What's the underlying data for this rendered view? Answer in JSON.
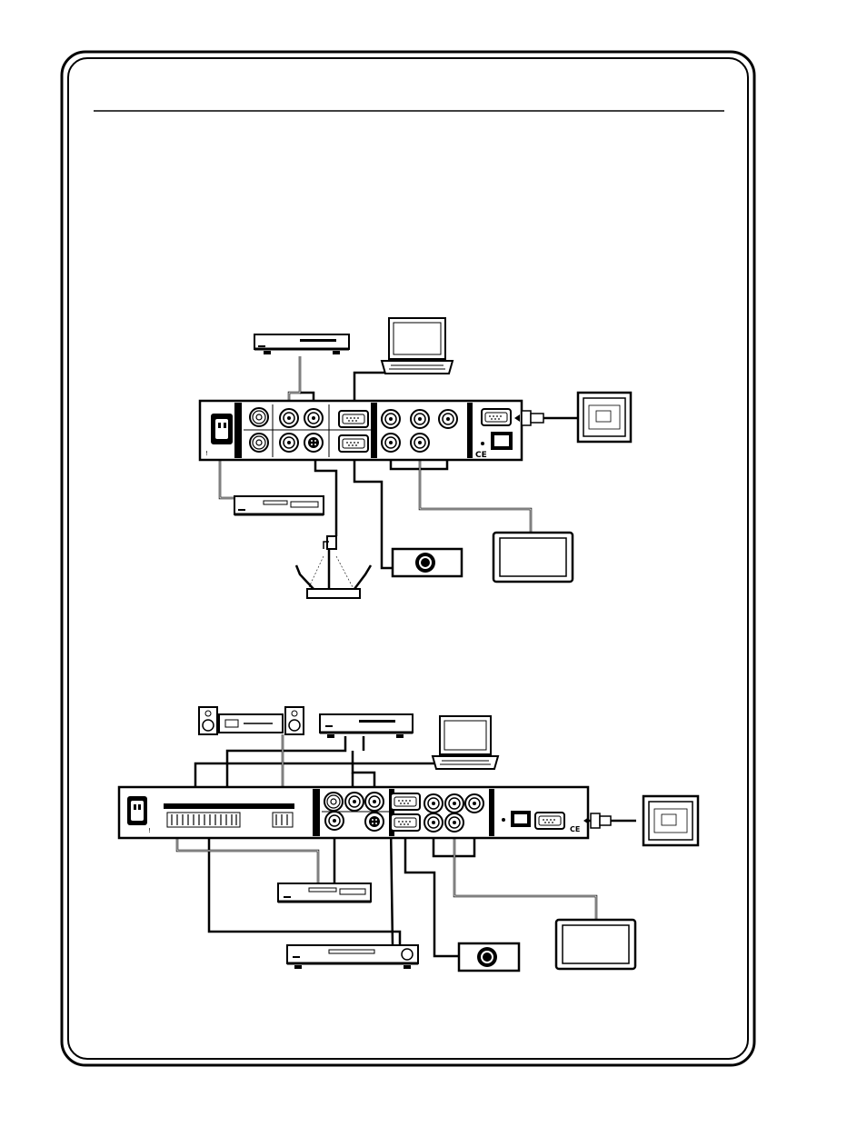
{
  "page": {
    "frame": "rounded-double-border",
    "header_rule": true
  },
  "diagrams": [
    {
      "label": "",
      "unit": "switcher-short",
      "devices": [
        "dvd-player",
        "laptop",
        "vcr",
        "document-camera",
        "projector",
        "flat-panel-display",
        "touch-panel"
      ]
    },
    {
      "label": "",
      "unit": "switcher-long",
      "devices": [
        "amplifier-with-speakers",
        "dvd-player",
        "laptop",
        "vcr",
        "dvd-player-2",
        "projector",
        "flat-panel-display",
        "touch-panel"
      ]
    }
  ],
  "marks": {
    "ce": "CE",
    "warning": "!"
  },
  "colors": {
    "ink": "#000000",
    "port": "#ffffff",
    "panel_fill": "#ffffff"
  }
}
